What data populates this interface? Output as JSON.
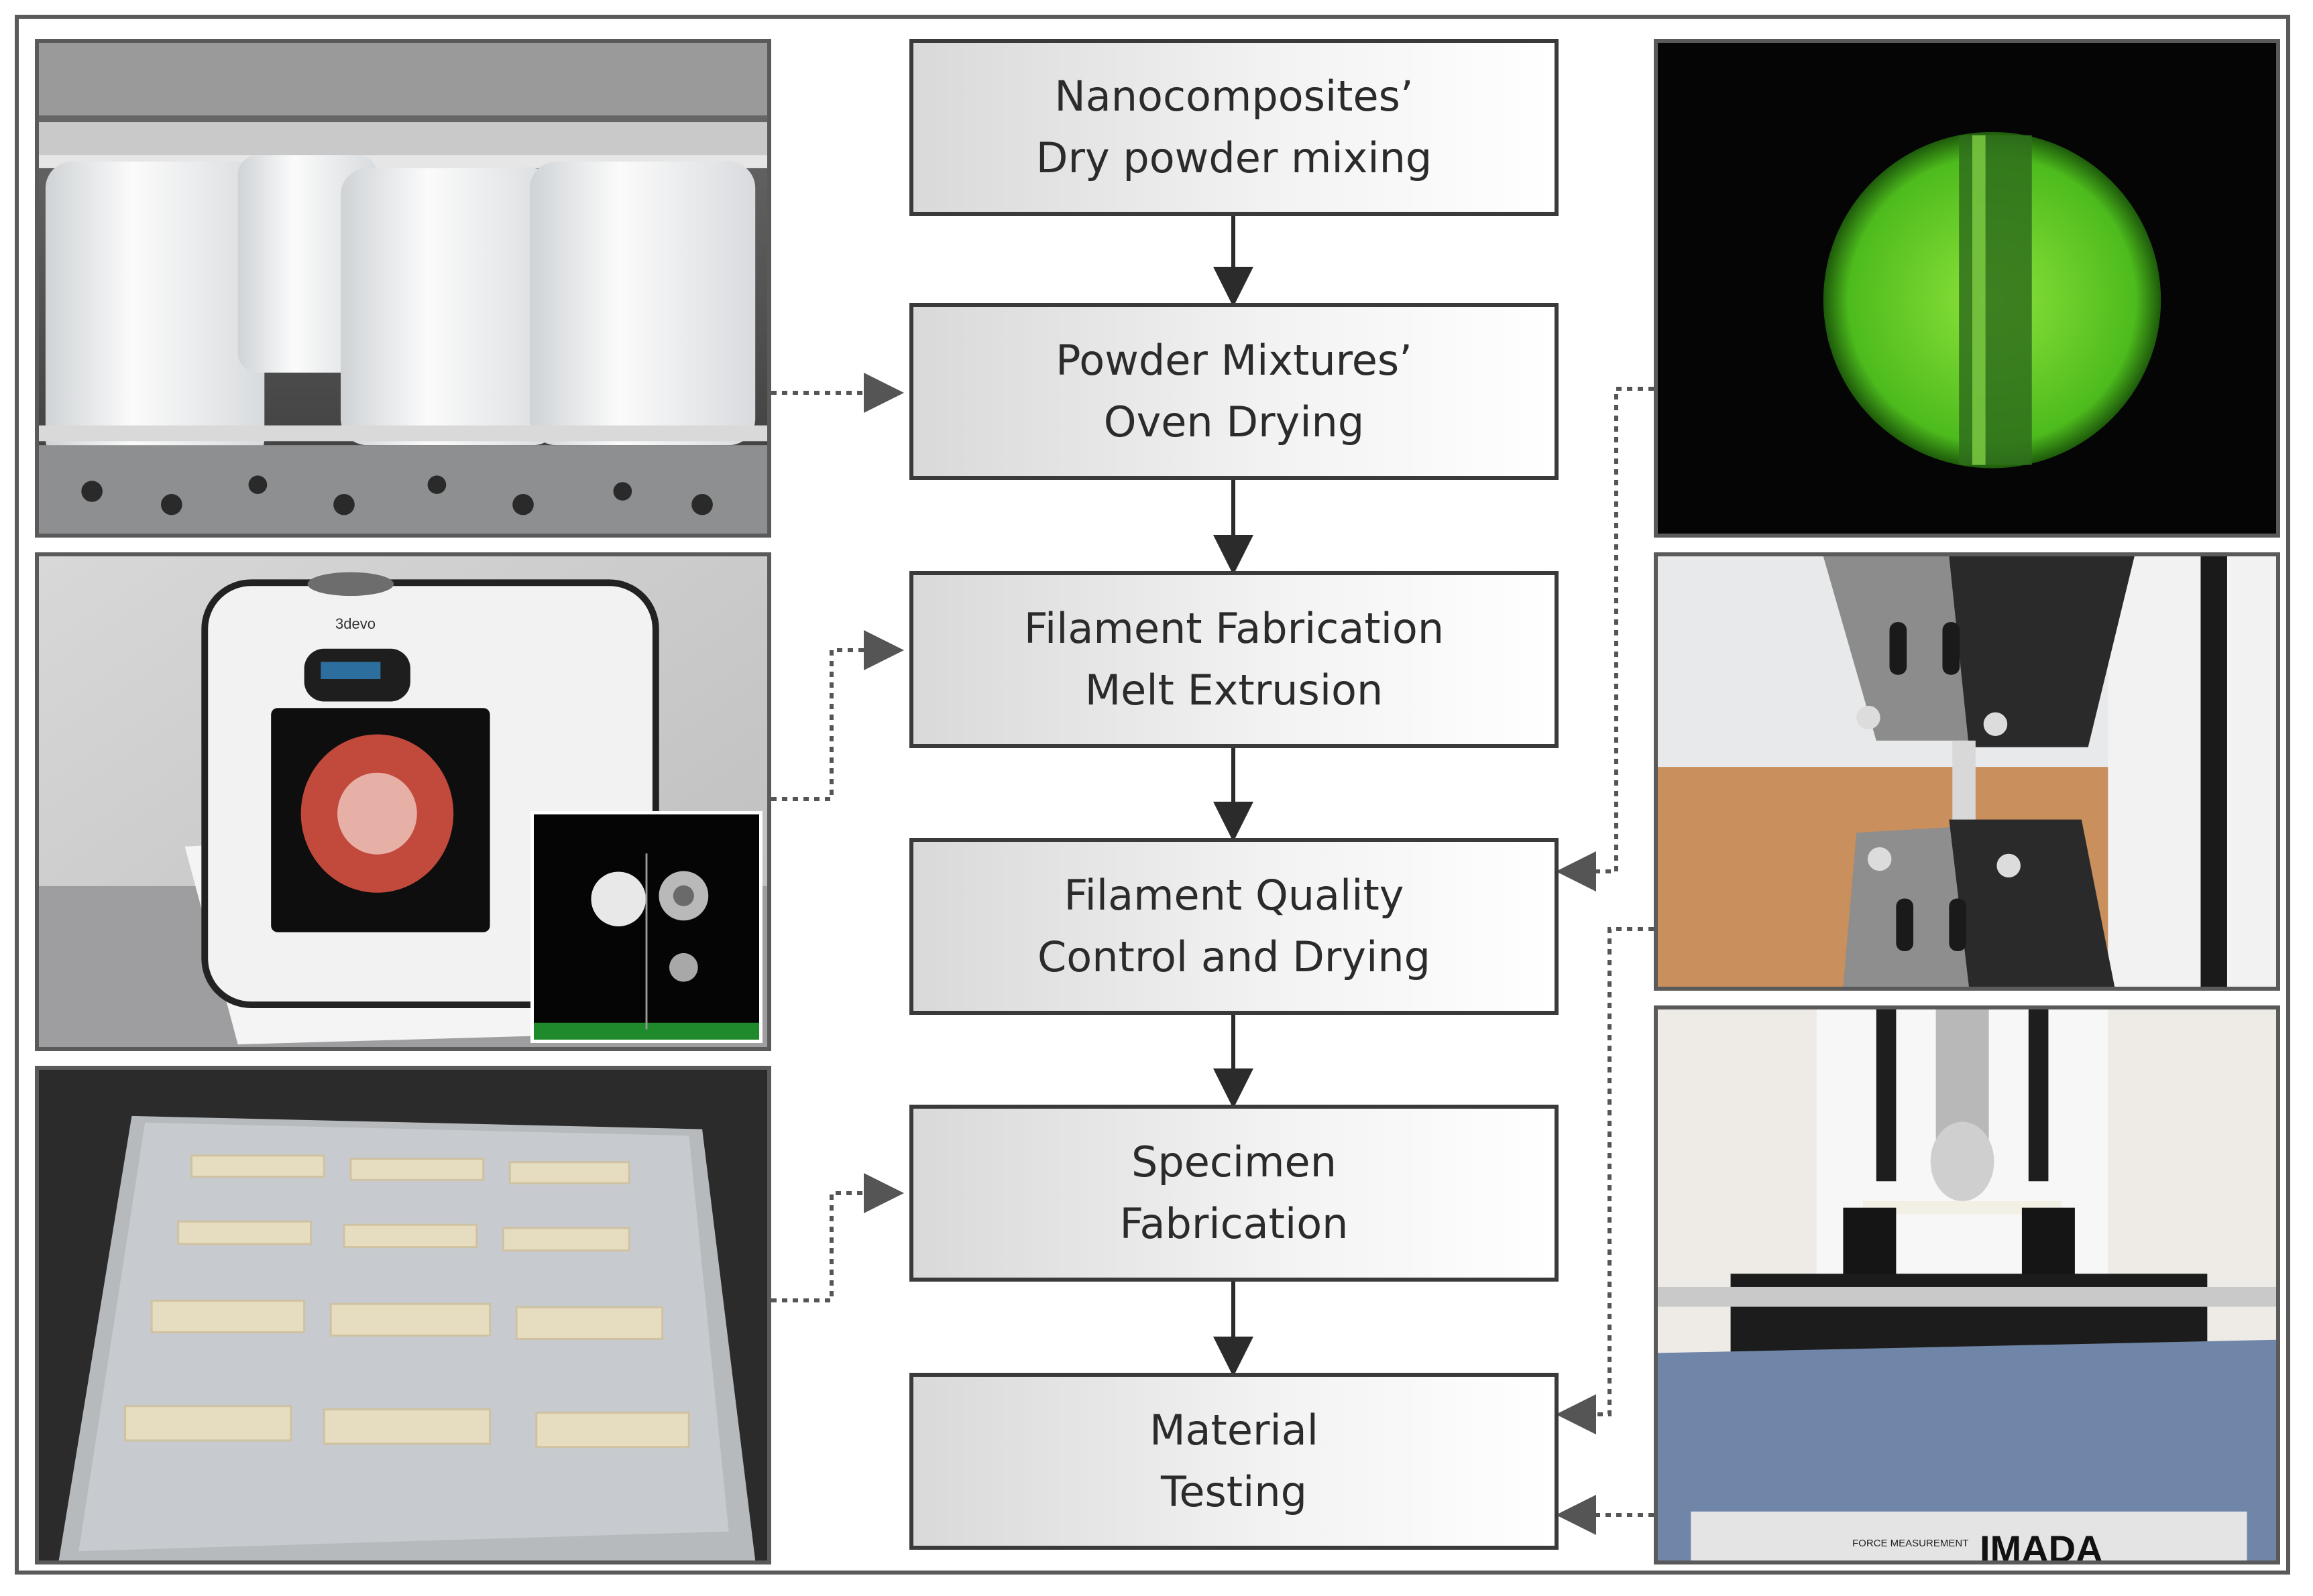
{
  "steps": [
    {
      "line1": "Nanocomposites’",
      "line2": "Dry powder mixing"
    },
    {
      "line1": "Powder Mixtures’",
      "line2": "Oven Drying"
    },
    {
      "line1": "Filament Fabrication",
      "line2": "Melt Extrusion"
    },
    {
      "line1": "Filament Quality",
      "line2": "Control and Drying"
    },
    {
      "line1": "Specimen",
      "line2": "Fabrication"
    },
    {
      "line1": "Material",
      "line2": "Testing"
    }
  ],
  "photos": {
    "extruder_brand": "3devo",
    "tester_brand": "IMADA",
    "tester_caption": "FORCE MEASUREMENT"
  },
  "colors": {
    "frame": "#5a5a5a",
    "box_border": "#3a3a3a",
    "arrow": "#2b2b2b",
    "connector": "#555555"
  }
}
